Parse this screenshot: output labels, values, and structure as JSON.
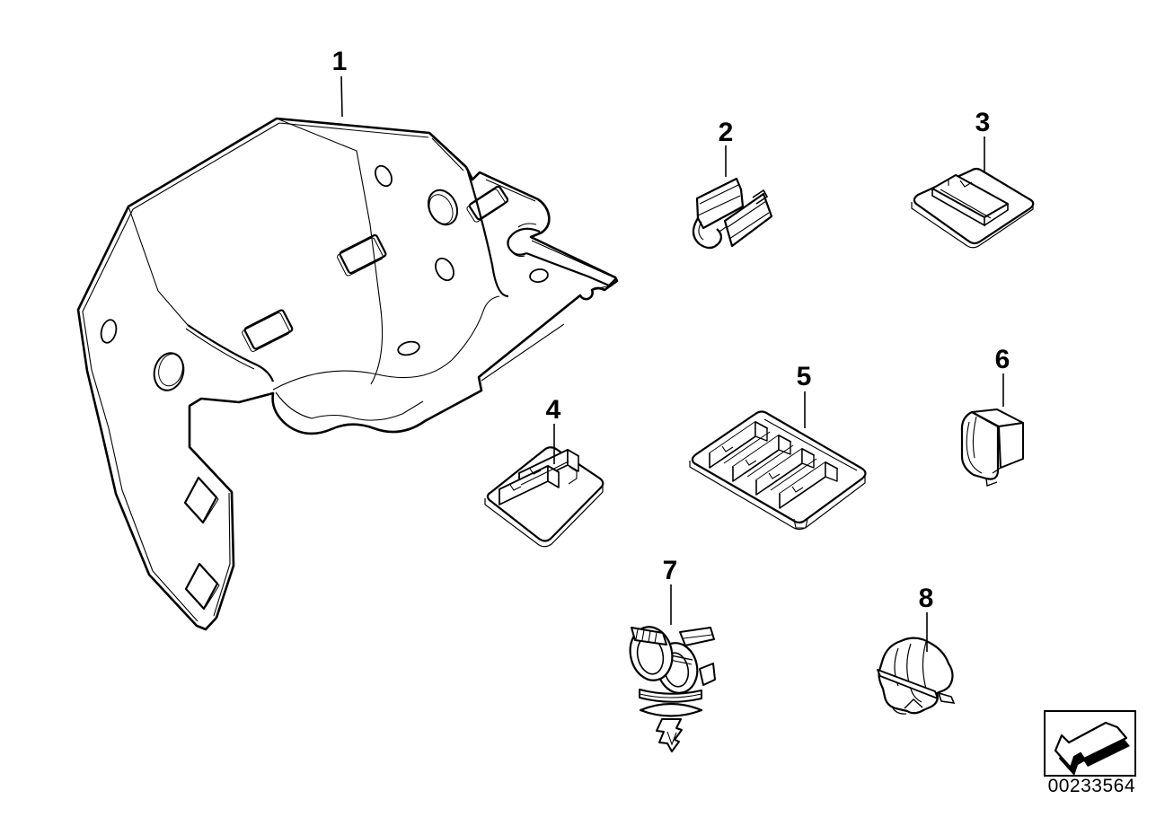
{
  "diagram": {
    "theme": {
      "line_color": "#000000",
      "background": "#ffffff"
    },
    "callouts": [
      {
        "label": "1",
        "target": "holder-bracket"
      },
      {
        "label": "2",
        "target": "spring-clip"
      },
      {
        "label": "3",
        "target": "single-rail-cable-clip"
      },
      {
        "label": "4",
        "target": "double-rail-cable-clip"
      },
      {
        "label": "5",
        "target": "quad-rail-cable-holder"
      },
      {
        "label": "6",
        "target": "box-clip"
      },
      {
        "label": "7",
        "target": "double-loop-cable-holder"
      },
      {
        "label": "8",
        "target": "tube-clamp"
      }
    ],
    "stamp": {
      "doc_number": "00233564",
      "icon": "arrow-3d-down-left"
    }
  }
}
